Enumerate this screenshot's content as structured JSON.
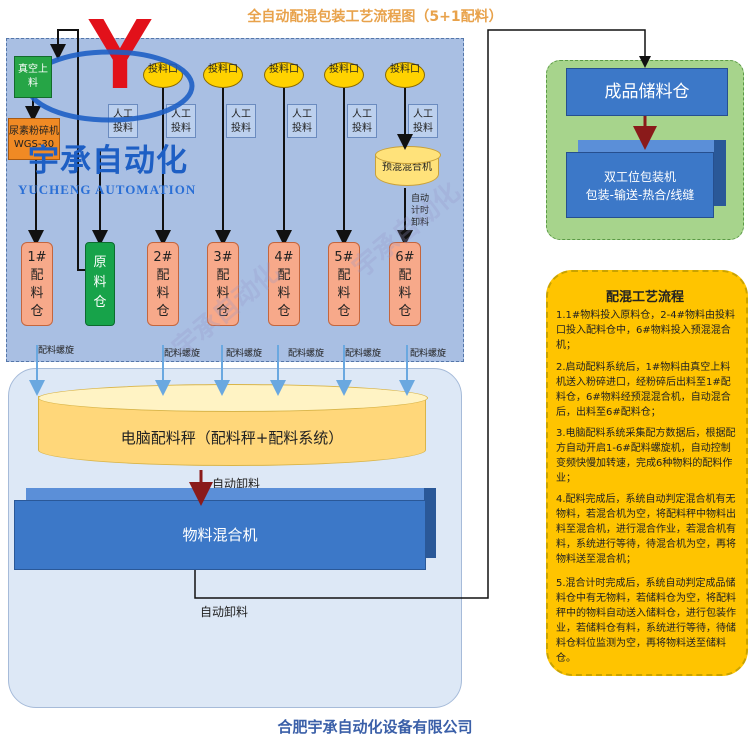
{
  "title": "全自动配混包装工艺流程图（5+1配料）",
  "footer": "合肥宇承自动化设备有限公司",
  "logo": {
    "letter": "Y",
    "name_cn": "宇承自动化",
    "name_en": "YUCHENG AUTOMATION"
  },
  "watermark": "宇承自动化",
  "feed": {
    "vacuum_loader": "真空上料",
    "crusher": "尿素粉碎机",
    "crusher_sub": "WGS-30",
    "ports": [
      "投料口",
      "投料口",
      "投料口",
      "投料口",
      "投料口"
    ],
    "manual_label": "人工投料",
    "premixer": "预混混合机",
    "auto_timed_discharge": "自动计时卸料",
    "bins": [
      {
        "id": "1#",
        "label": "配料仓"
      },
      {
        "id": "2#",
        "label": "配料仓"
      },
      {
        "id": "3#",
        "label": "配料仓"
      },
      {
        "id": "4#",
        "label": "配料仓"
      },
      {
        "id": "5#",
        "label": "配料仓"
      },
      {
        "id": "6#",
        "label": "配料仓"
      }
    ],
    "raw_bin": "原料仓",
    "screw_label": "配料螺旋"
  },
  "mix": {
    "scale": "电脑配料秤（配料秤+配料系统）",
    "auto_discharge_1": "自动卸料",
    "mixer": "物料混合机",
    "auto_discharge_2": "自动卸料"
  },
  "product": {
    "storage": "成品储料仓",
    "packer_line1": "双工位包装机",
    "packer_line2": "包装-输送-热合/线缝"
  },
  "process": {
    "title": "配混工艺流程",
    "steps": [
      "1.1#物料投入原料仓，2-4#物料由投料口投入配料仓中，6#物料投入预混混合机；",
      "2.启动配料系统后，1#物料由真空上料机送入粉碎进口，经粉碎后出料至1#配料仓，6#物料经预混混合机，自动混合后，出料至6#配料仓；",
      "3.电脑配料系统采集配方数据后，根据配方自动开启1-6#配料螺旋机，自动控制变频快慢加转速，完成6种物料的配料作业；",
      "4.配料完成后，系统自动判定混合机有无物料，若混合机为空，将配料秤中物料出料至混合机，进行混合作业，若混合机有料，系统进行等待，待混合机为空，再将物料送至混合机；",
      "5.混合计时完成后，系统自动判定成品储料仓中有无物料，若储料仓为空，将配料秤中的物料自动送入储料仓，进行包装作业，若储料仓有料，系统进行等待，待储料仓料位监测为空，再将物料送至储料仓。"
    ]
  },
  "colors": {
    "title": "#e8a24b",
    "footer": "#3a5fa8",
    "feed_bg": "#a9bfe3",
    "bin": "#f7a98a",
    "raw_bin": "#17a34a",
    "port": "#ffd200",
    "scale": "#ffd77a",
    "machine": "#3c78c8",
    "product_bg": "#a7d48c",
    "process_bg": "#ffc400",
    "logo_red": "#e2111a",
    "logo_blue": "#1e5fc4"
  }
}
